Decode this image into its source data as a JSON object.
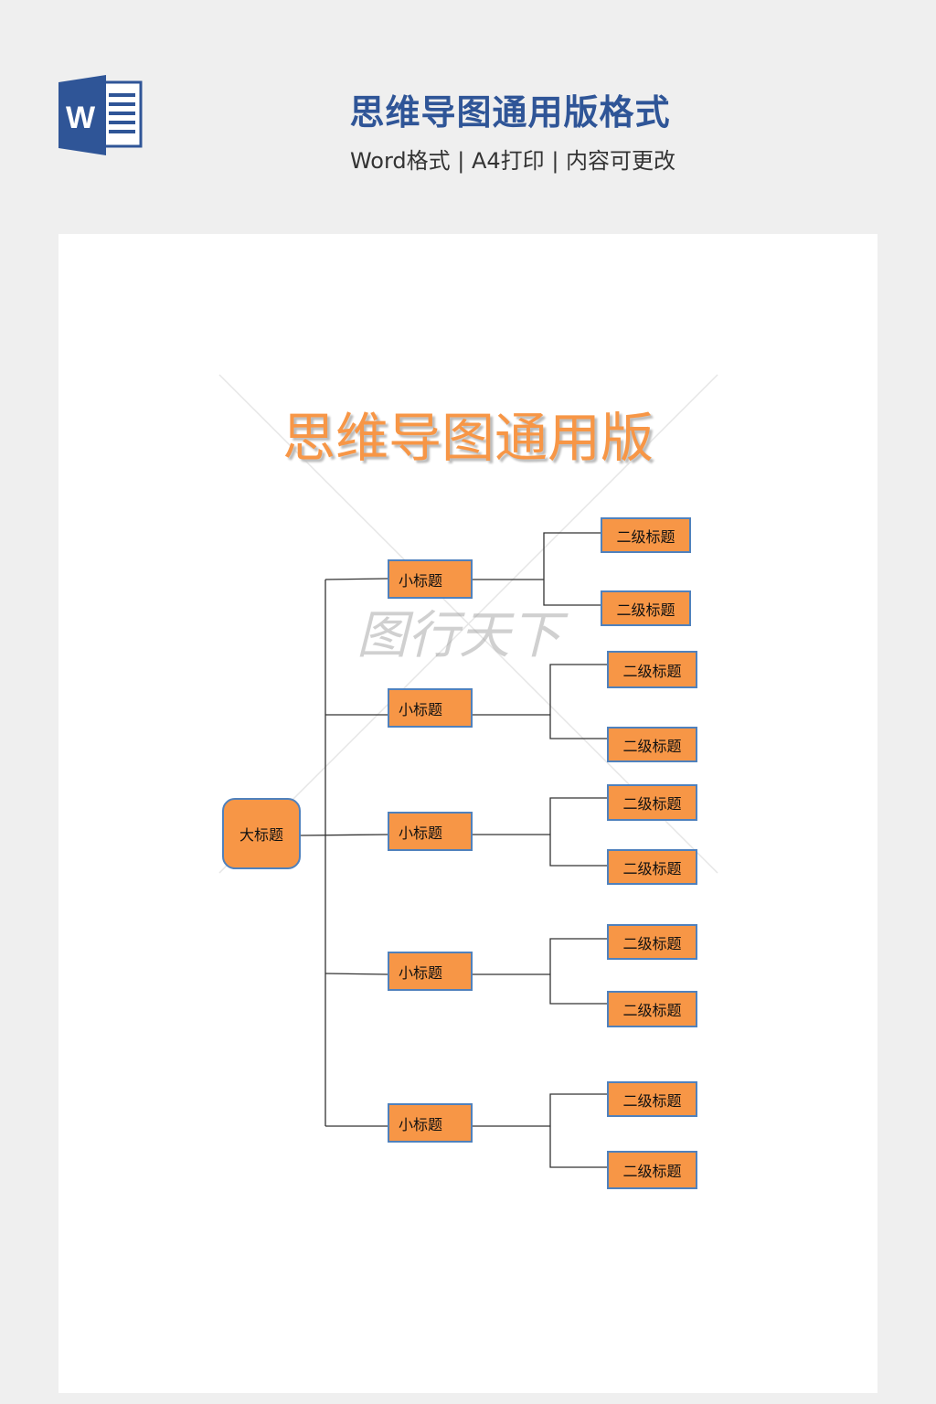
{
  "header": {
    "title": "思维导图通用版格式",
    "subtitle": "Word格式 | A4打印 | 内容可更改",
    "icon": "word-icon",
    "accent": "#2f5597"
  },
  "document": {
    "title": "思维导图通用版",
    "watermark": "图行天下",
    "root": "大标题",
    "branches": [
      {
        "label": "小标题",
        "children": [
          "二级标题",
          "二级标题"
        ]
      },
      {
        "label": "小标题",
        "children": [
          "二级标题",
          "二级标题"
        ]
      },
      {
        "label": "小标题",
        "children": [
          "二级标题",
          "二级标题"
        ]
      },
      {
        "label": "小标题",
        "children": [
          "二级标题",
          "二级标题"
        ]
      },
      {
        "label": "小标题",
        "children": [
          "二级标题",
          "二级标题"
        ]
      }
    ],
    "box_color": "#f79646",
    "border_color": "#4f81bd"
  }
}
